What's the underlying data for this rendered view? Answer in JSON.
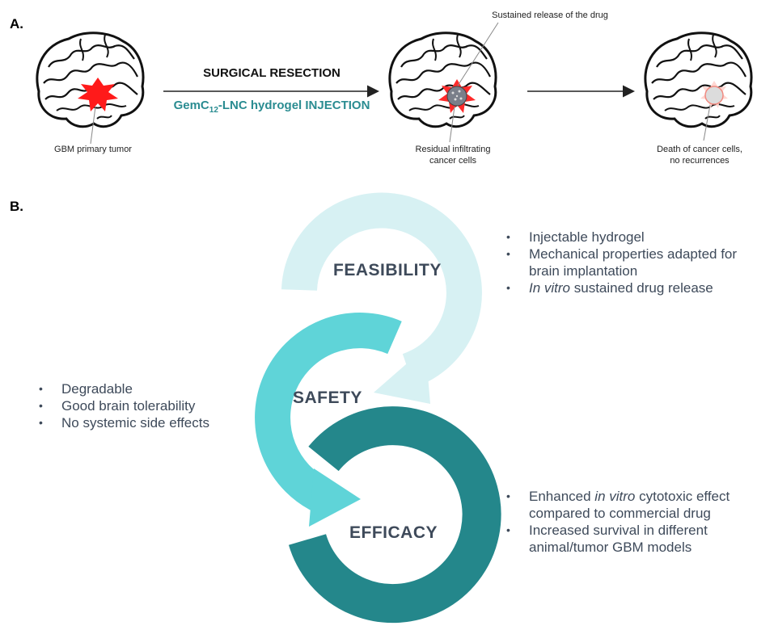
{
  "panel_a": {
    "label": "A.",
    "brain1_caption": "GBM primary tumor",
    "arrow1_top": "SURGICAL RESECTION",
    "arrow1_bottom_pre": "GemC",
    "arrow1_bottom_sub": "12",
    "arrow1_bottom_post": "-LNC hydrogel INJECTION",
    "brain2_top_caption": "Sustained release of the drug",
    "brain2_caption_line1": "Residual infiltrating",
    "brain2_caption_line2": "cancer cells",
    "brain3_caption_line1": "Death of cancer cells,",
    "brain3_caption_line2": "no recurrences"
  },
  "panel_b": {
    "label": "B.",
    "rings": {
      "feasibility": "FEASIBILITY",
      "safety": "SAFETY",
      "efficacy": "EFFICACY"
    },
    "feasibility_points": [
      {
        "text": "Injectable hydrogel"
      },
      {
        "text": "Mechanical properties adapted for brain implantation"
      },
      {
        "italic": "In vitro",
        "text": " sustained drug release"
      }
    ],
    "safety_points": [
      {
        "text": "Degradable"
      },
      {
        "text": "Good brain tolerability"
      },
      {
        "text": "No systemic side effects"
      }
    ],
    "efficacy_points": [
      {
        "pre": "Enhanced ",
        "italic": "in vitro",
        "text": " cytotoxic effect compared to commercial drug"
      },
      {
        "text": "Increased survival in different animal/tumor GBM models"
      }
    ]
  },
  "colors": {
    "feasibility_ring": "#d7f1f3",
    "safety_ring": "#5fd4d8",
    "efficacy_ring": "#24878b",
    "tumor": "#ff1a1a",
    "teal_text": "#2a8c91"
  },
  "icons": [
    "brain-icon",
    "tumor-star-icon",
    "hydrogel-cavity-icon",
    "arrow-right-icon",
    "cycle-arrow-icon"
  ]
}
